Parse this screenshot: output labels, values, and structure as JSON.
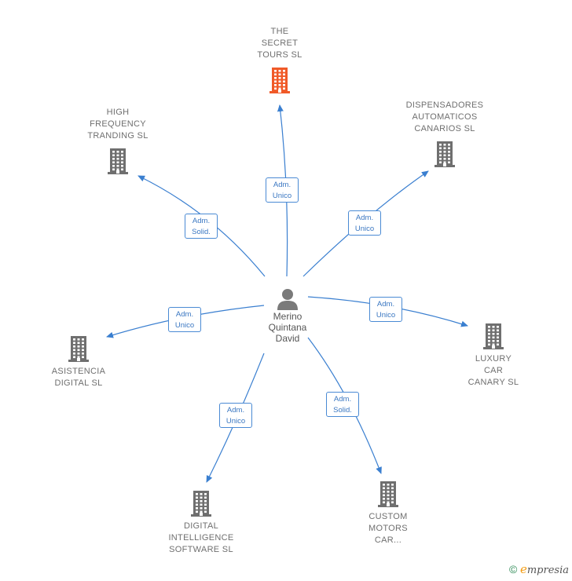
{
  "center": {
    "name": "Merino\nQuintana\nDavid",
    "icon": "person-icon"
  },
  "nodes": [
    {
      "id": "secret",
      "name": "THE\nSECRET\nTOURS  SL",
      "icon": "building-icon",
      "color": "#f05a28",
      "role": "Adm.\nUnico"
    },
    {
      "id": "highfreq",
      "name": "HIGH\nFREQUENCY\nTRANDING  SL",
      "icon": "building-icon",
      "color": "#6f6f6f",
      "role": "Adm.\nSolid."
    },
    {
      "id": "dispens",
      "name": "DISPENSADORES\nAUTOMATICOS\nCANARIOS  SL",
      "icon": "building-icon",
      "color": "#6f6f6f",
      "role": "Adm.\nUnico"
    },
    {
      "id": "asistencia",
      "name": "ASISTENCIA\nDIGITAL  SL",
      "icon": "building-icon",
      "color": "#6f6f6f",
      "role": "Adm.\nUnico"
    },
    {
      "id": "luxury",
      "name": "LUXURY\nCAR\nCANARY  SL",
      "icon": "building-icon",
      "color": "#6f6f6f",
      "role": "Adm.\nUnico"
    },
    {
      "id": "digital",
      "name": "DIGITAL\nINTELLIGENCE\nSOFTWARE  SL",
      "icon": "building-icon",
      "color": "#6f6f6f",
      "role": "Adm.\nUnico"
    },
    {
      "id": "custom",
      "name": "CUSTOM\nMOTORS\nCAR...",
      "icon": "building-icon",
      "color": "#6f6f6f",
      "role": "Adm.\nSolid."
    }
  ],
  "edge_color": "#3a7fd0",
  "brand": {
    "copyright": "©",
    "e": "e",
    "rest": "mpresia"
  }
}
